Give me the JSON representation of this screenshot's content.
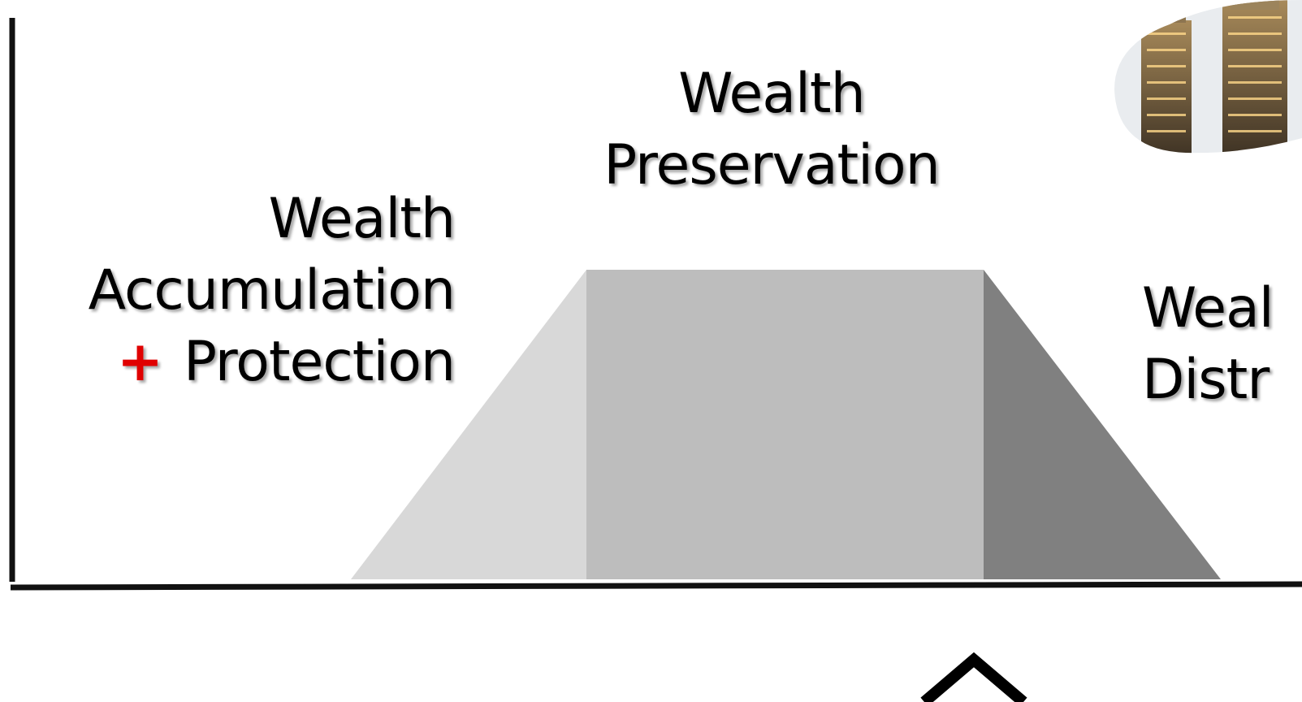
{
  "labels": {
    "accumulation": {
      "line1": "Wealth",
      "line2": "Accumulation",
      "plus": "+",
      "line3": "Protection"
    },
    "preservation": {
      "line1": "Wealth",
      "line2": "Preservation"
    },
    "distribution": {
      "line1": "Weal",
      "line2": "Distr"
    }
  },
  "colors": {
    "accumulation_phase": "#d8d8d8",
    "preservation_phase": "#bdbdbd",
    "distribution_phase": "#808080",
    "axis": "#111111",
    "plus_sign": "#e00000"
  },
  "icons": {
    "skyline_photo": "city-skyline-icon",
    "bottom_marker": "chevron-up-icon"
  }
}
